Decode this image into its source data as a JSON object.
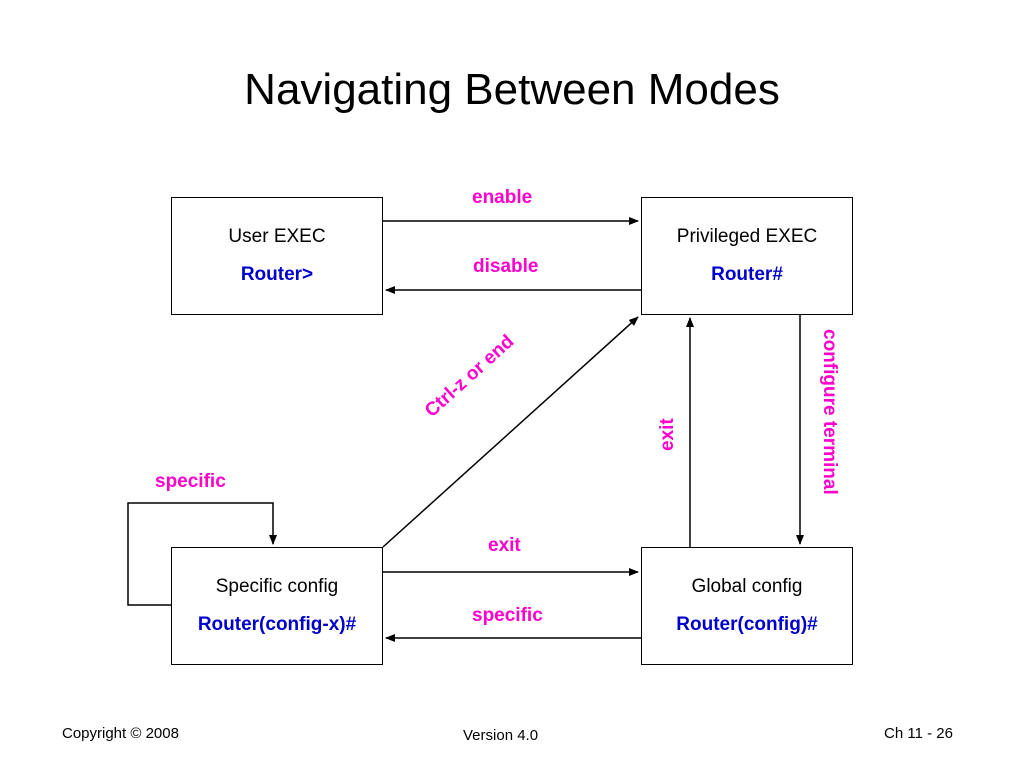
{
  "title": "Navigating Between Modes",
  "colors": {
    "prompt": "#0000CC",
    "command": "#FF00CC",
    "line": "#000000"
  },
  "modes": {
    "user_exec": {
      "name": "User EXEC",
      "prompt": "Router>"
    },
    "privileged_exec": {
      "name": "Privileged EXEC",
      "prompt": "Router#"
    },
    "specific_config": {
      "name": "Specific config",
      "prompt": "Router(config-x)#"
    },
    "global_config": {
      "name": "Global config",
      "prompt": "Router(config)#"
    }
  },
  "transitions": {
    "enable": "enable",
    "disable": "disable",
    "ctrl_z_or_end": "Ctrl-z or end",
    "exit_global_to_priv": "exit",
    "configure_terminal": "configure terminal",
    "specific_loop": "specific",
    "exit_spec_to_global": "exit",
    "specific_global_to_spec": "specific"
  },
  "footer": {
    "copyright": "Copyright © 2008",
    "version": "Version 4.0",
    "page": "Ch 11 - 26"
  }
}
